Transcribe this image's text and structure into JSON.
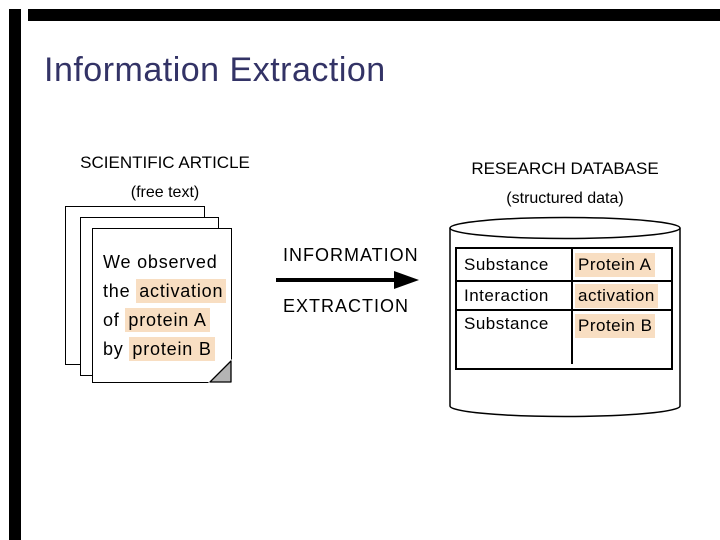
{
  "slide": {
    "title": "Information Extraction",
    "colors": {
      "title_text": "#333366",
      "highlight": "#F8DEC2",
      "frame_bars": "#000000",
      "fold_gray": "#b4b4b4"
    }
  },
  "article": {
    "heading": "SCIENTIFIC ARTICLE",
    "subheading": "(free text)",
    "lines": [
      {
        "plain": "We observed"
      },
      {
        "plain": "the ",
        "highlight": "activation"
      },
      {
        "plain": "of ",
        "highlight": "protein A"
      },
      {
        "plain": "by ",
        "highlight": "protein B"
      }
    ]
  },
  "process": {
    "label_top": "INFORMATION",
    "label_bottom": "EXTRACTION",
    "arrow_icon": "right-arrow"
  },
  "database": {
    "heading": "RESEARCH DATABASE",
    "subheading": "(structured data)",
    "cylinder_icon": "database-cylinder",
    "table": {
      "rows": [
        {
          "field": "Substance",
          "value": "Protein A"
        },
        {
          "field": "Interaction",
          "value": "activation"
        },
        {
          "field": "Substance",
          "value": "Protein B"
        }
      ]
    }
  }
}
